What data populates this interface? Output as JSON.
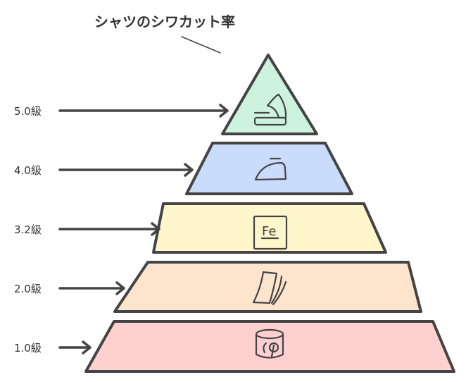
{
  "title": "シャツのシワカット率",
  "colors": {
    "tier5": "#cdf3df",
    "tier4": "#cadcfb",
    "tier3": "#fff6cc",
    "tier2": "#fde4cc",
    "tier1": "#ffd0d0",
    "stroke": "#444444"
  },
  "tiers": [
    {
      "label": "5.0級",
      "icon": "steam-iron-icon"
    },
    {
      "label": "4.0級",
      "icon": "iron-icon"
    },
    {
      "label": "3.2級",
      "icon": "fe-element-icon",
      "icon_text": "Fe"
    },
    {
      "label": "2.0級",
      "icon": "paper-sheets-icon"
    },
    {
      "label": "1.0級",
      "icon": "eco-container-icon"
    }
  ]
}
